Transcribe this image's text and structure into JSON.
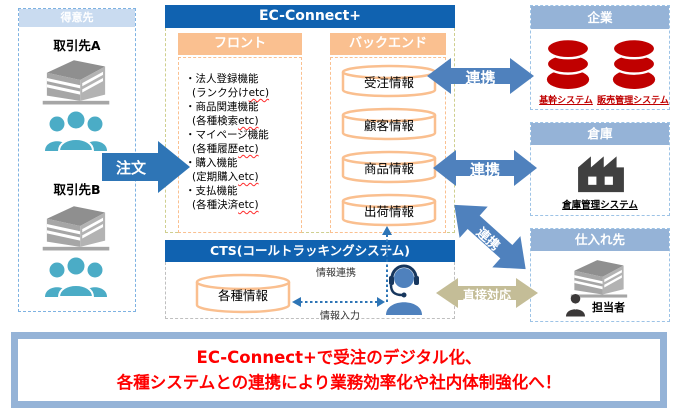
{
  "customer": {
    "header": "得意先",
    "client_a": "取引先A",
    "client_b": "取引先B"
  },
  "order_arrow_label": "注文",
  "ec": {
    "title": "EC-Connect+",
    "front": {
      "header": "フロント",
      "items": [
        {
          "title": "・法人登録機能",
          "sub_pre": "(ランク分け",
          "sub_etc": "etc)"
        },
        {
          "title": "・商品関連機能",
          "sub_pre": "(各種検索",
          "sub_etc": "etc)"
        },
        {
          "title": "・マイページ機能",
          "sub_pre": "(各種履歴",
          "sub_etc": "etc)"
        },
        {
          "title": "・購入機能",
          "sub_pre": "(定期購入",
          "sub_etc": "etc)"
        },
        {
          "title": "・支払機能",
          "sub_pre": "(各種決済",
          "sub_etc": "etc)"
        }
      ]
    },
    "backend": {
      "header": "バックエンド",
      "stores": [
        "受注情報",
        "顧客情報",
        "商品情報",
        "出荷情報"
      ]
    }
  },
  "cts": {
    "title": "CTS(コールトラッキングシステム)",
    "store": "各種情報",
    "link_label": "情報連携",
    "input_label": "情報入力"
  },
  "company": {
    "header": "企業",
    "system1": "基幹システム",
    "system2": "販売管理システム"
  },
  "warehouse": {
    "header": "倉庫",
    "system": "倉庫管理システム"
  },
  "supplier": {
    "header": "仕入れ先",
    "person": "担当者"
  },
  "arrows": {
    "link1": "連携",
    "link2": "連携",
    "link3": "連携",
    "direct": "直接対応"
  },
  "banner": {
    "line1": "EC-Connect+で受注のデジタル化、",
    "line2": "各種システムとの連携により業務効率化や社内体制強化へ！"
  },
  "colors": {
    "primary_blue": "#1062B0",
    "arrow_blue": "#4F81BD",
    "order_blue": "#2E75B6",
    "peach": "#FAC090",
    "cylinder_stroke": "#FABF8F",
    "light_header_blue": "#95B3D7",
    "customer_header_blue": "#C9DBF0",
    "db_red": "#C00000",
    "banner_red": "#FF0000",
    "direct_tan": "#C4BD97",
    "people_teal": "#4BACC6",
    "building_gray": "#A6A6A6",
    "factory_dark": "#404040"
  }
}
